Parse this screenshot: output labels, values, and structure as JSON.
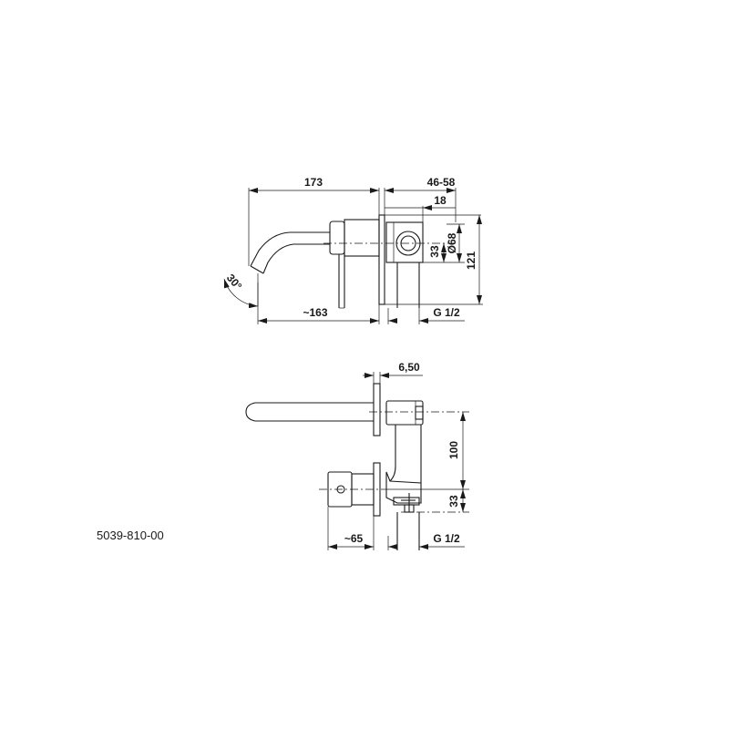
{
  "product_code": "5039-810-00",
  "top_view": {
    "dims": {
      "overall_length": "173",
      "wall_depth": "46-58",
      "depth_18": "18",
      "diameter_plate": "Ø68",
      "height_33": "33",
      "height_121": "121",
      "spout_reach": "~163",
      "thread": "G 1/2",
      "angle": "30°"
    }
  },
  "bottom_view": {
    "dims": {
      "plate_thickness": "6,50",
      "height_100": "100",
      "height_33": "33",
      "reach_65": "~65",
      "thread": "G 1/2"
    }
  }
}
